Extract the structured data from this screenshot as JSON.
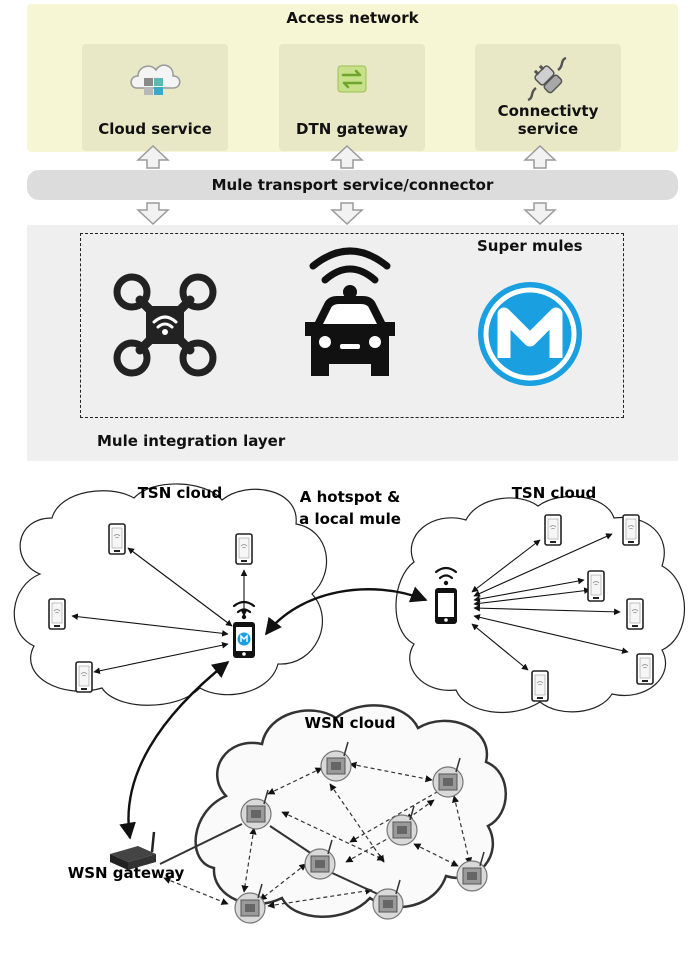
{
  "access_network": {
    "title": "Access network",
    "services": [
      {
        "label": "Cloud service",
        "icon": "cloud-icon"
      },
      {
        "label": "DTN gateway",
        "icon": "sync-arrows-icon"
      },
      {
        "label": "Connectivty service",
        "icon": "plug-icon"
      }
    ]
  },
  "transport": {
    "label": "Mule transport service/connector"
  },
  "integration": {
    "label": "Mule integration layer",
    "super_mules_label": "Super mules",
    "mules": [
      {
        "icon": "drone-icon"
      },
      {
        "icon": "connected-car-icon"
      },
      {
        "icon": "mulesoft-logo-icon"
      }
    ]
  },
  "network": {
    "tsn_left_label": "TSN cloud",
    "tsn_right_label": "TSN cloud",
    "hotspot_label_line1": "A hotspot &",
    "hotspot_label_line2": "a local mule",
    "wsn_cloud_label": "WSN cloud",
    "wsn_gateway_label": "WSN gateway"
  },
  "colors": {
    "access_panel": "#f7f6d4",
    "service_box": "#e9e8c6",
    "transport_bar": "#dcdcdc",
    "integration_panel": "#efefef",
    "mule_logo": "#1aa0e0"
  }
}
